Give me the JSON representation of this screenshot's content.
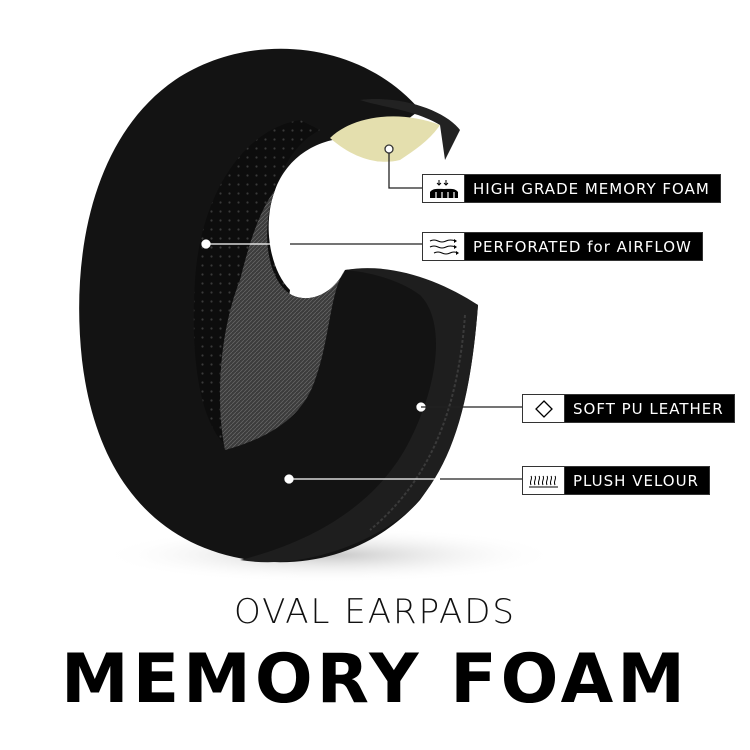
{
  "labels": [
    {
      "icon": "memory-foam-icon",
      "text": "HIGH GRADE MEMORY FOAM"
    },
    {
      "icon": "airflow-icon",
      "text": "PERFORATED for AIRFLOW"
    },
    {
      "icon": "diamond-icon",
      "text": "SOFT PU LEATHER"
    },
    {
      "icon": "velour-icon",
      "text": "PLUSH VELOUR"
    }
  ],
  "headline": {
    "subtitle": "OVAL EARPADS",
    "title": "MEMORY FOAM"
  },
  "colors": {
    "foam": "#e4dfae",
    "pad": "#111111",
    "label_bg": "#000000",
    "label_text": "#ffffff"
  }
}
